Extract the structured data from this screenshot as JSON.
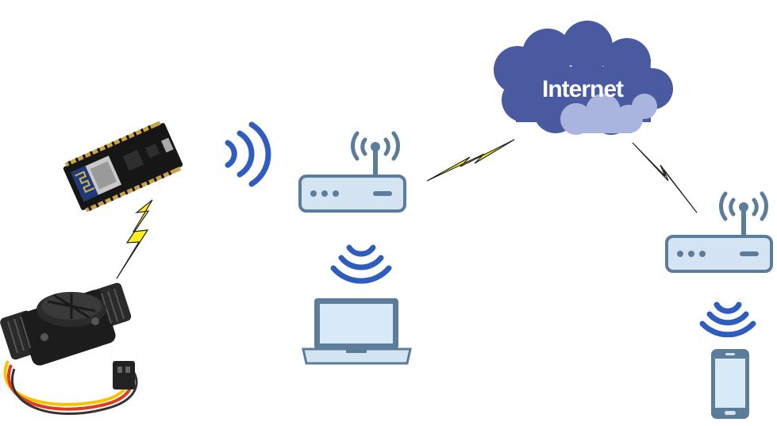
{
  "diagram": {
    "cloud": {
      "label": "Internet",
      "color_dark": "#4a5aa0",
      "color_light": "#a9b4df"
    },
    "colors": {
      "router_fill": "#d5e4f2",
      "router_stroke": "#5b7d9a",
      "antenna": "#5b7d9a",
      "wifi_blue": "#2f5cbf",
      "lightning_fill": "#ffee22",
      "lightning_stroke": "#222222",
      "screen": "#d8e9f8"
    },
    "nodes": [
      {
        "id": "flow-sensor",
        "icon": "water-flow-sensor-icon"
      },
      {
        "id": "esp8266-board",
        "icon": "nodemcu-board-icon"
      },
      {
        "id": "router-home",
        "icon": "wifi-router-icon"
      },
      {
        "id": "laptop",
        "icon": "laptop-icon"
      },
      {
        "id": "internet-cloud",
        "icon": "cloud-icon"
      },
      {
        "id": "router-remote",
        "icon": "wifi-router-icon"
      },
      {
        "id": "smartphone",
        "icon": "smartphone-icon"
      }
    ],
    "links": [
      {
        "from": "flow-sensor",
        "to": "esp8266-board",
        "kind": "wired-lightning"
      },
      {
        "from": "esp8266-board",
        "to": "router-home",
        "kind": "wifi-signal"
      },
      {
        "from": "router-home",
        "to": "laptop",
        "kind": "wifi-signal"
      },
      {
        "from": "router-home",
        "to": "internet-cloud",
        "kind": "lightning"
      },
      {
        "from": "internet-cloud",
        "to": "router-remote",
        "kind": "lightning"
      },
      {
        "from": "router-remote",
        "to": "smartphone",
        "kind": "wifi-signal"
      }
    ]
  }
}
